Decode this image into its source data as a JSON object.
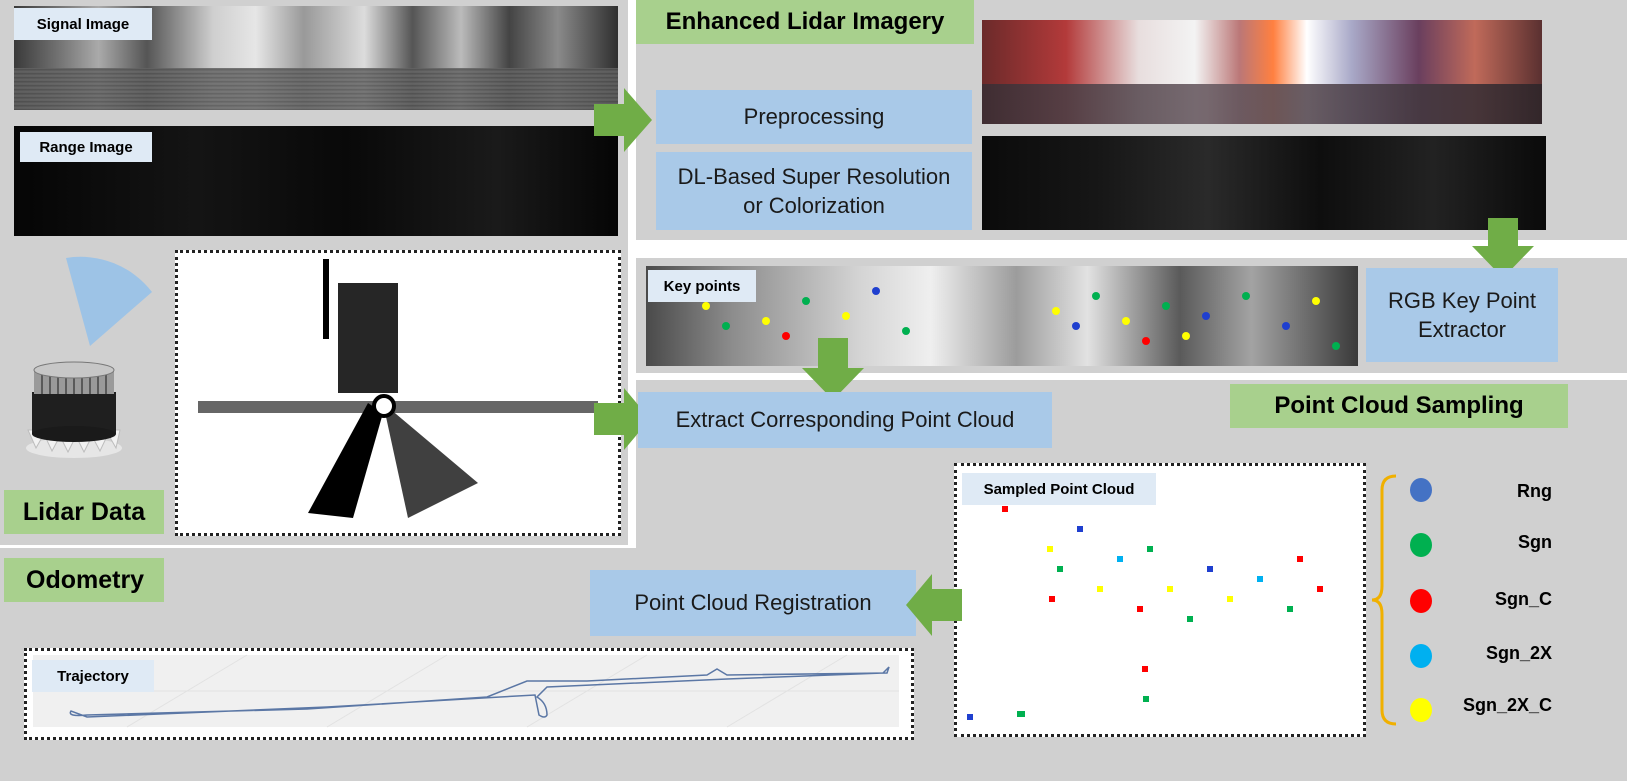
{
  "sections": {
    "enhanced_lidar_imagery": "Enhanced Lidar Imagery",
    "lidar_data": "Lidar Data",
    "odometry": "Odometry",
    "point_cloud_sampling": "Point Cloud Sampling"
  },
  "tags": {
    "signal_image": "Signal Image",
    "range_image": "Range Image",
    "key_points": "Key points",
    "sampled_point_cloud": "Sampled Point Cloud",
    "trajectory": "Trajectory"
  },
  "steps": {
    "preprocessing": "Preprocessing",
    "super_resolution_line1": "DL-Based Super Resolution",
    "super_resolution_line2": "or Colorization",
    "rgb_extractor_line1": "RGB Key Point",
    "rgb_extractor_line2": "Extractor",
    "extract_point_cloud": "Extract Corresponding Point Cloud",
    "registration": "Point Cloud Registration"
  },
  "legend": [
    {
      "label": "Rng",
      "color": "#4472c4"
    },
    {
      "label": "Sgn",
      "color": "#00b050"
    },
    {
      "label": "Sgn_C",
      "color": "#ff0000"
    },
    {
      "label": "Sgn_2X",
      "color": "#00b0f0"
    },
    {
      "label": "Sgn_2X_C",
      "color": "#ffff00"
    }
  ],
  "colors": {
    "panel_gray": "#d0d0d0",
    "section_green": "#a8d08d",
    "step_blue": "#a9c9e8",
    "arrow_green": "#70ad47",
    "brace_orange": "#f0b000"
  }
}
